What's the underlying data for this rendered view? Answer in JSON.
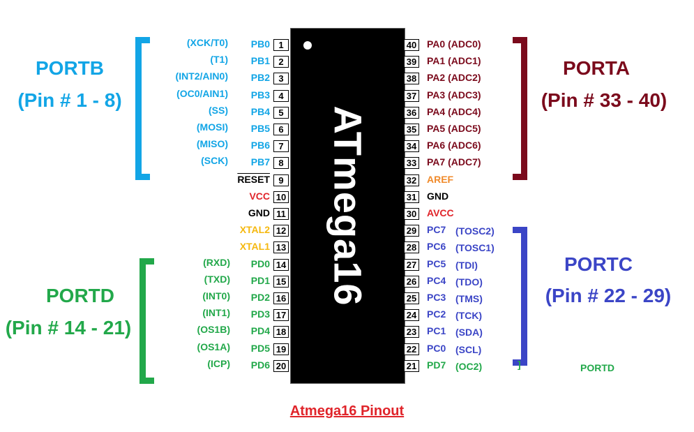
{
  "title": "Atmega16 Pinout",
  "chip_label": "ATmega16",
  "colors": {
    "portb": "#12a5e6",
    "porta": "#7b0a1c",
    "portc": "#3b45c6",
    "portd": "#22a84a",
    "power": "#e0242a",
    "crystal": "#f5b80f",
    "aref": "#f08a2a",
    "black": "#000000",
    "caption": "#e0242a"
  },
  "groups": {
    "portb": {
      "name": "PORTB",
      "range": "(Pin # 1 - 8)"
    },
    "porta": {
      "name": "PORTA",
      "range": "(Pin # 33 - 40)"
    },
    "portc": {
      "name": "PORTC",
      "range": "(Pin # 22 - 29)"
    },
    "portd": {
      "name": "PORTD",
      "range": "(Pin # 14 - 21)"
    }
  },
  "stray": {
    "bracket_char": "]",
    "portd_text": "PORTD"
  },
  "left_pins": [
    {
      "num": "1",
      "name": "PB0",
      "alt": "(XCK/T0)",
      "color": "portb"
    },
    {
      "num": "2",
      "name": "PB1",
      "alt": "(T1)",
      "color": "portb"
    },
    {
      "num": "3",
      "name": "PB2",
      "alt": "(INT2/AIN0)",
      "color": "portb"
    },
    {
      "num": "4",
      "name": "PB3",
      "alt": "(OC0/AIN1)",
      "color": "portb"
    },
    {
      "num": "5",
      "name": "PB4",
      "alt": "(SS)",
      "color": "portb"
    },
    {
      "num": "6",
      "name": "PB5",
      "alt": "(MOSI)",
      "color": "portb"
    },
    {
      "num": "7",
      "name": "PB6",
      "alt": "(MISO)",
      "color": "portb"
    },
    {
      "num": "8",
      "name": "PB7",
      "alt": "(SCK)",
      "color": "portb"
    },
    {
      "num": "9",
      "name": "RESET",
      "alt": "",
      "color": "black",
      "overline": true
    },
    {
      "num": "10",
      "name": "VCC",
      "alt": "",
      "color": "power"
    },
    {
      "num": "11",
      "name": "GND",
      "alt": "",
      "color": "black"
    },
    {
      "num": "12",
      "name": "XTAL2",
      "alt": "",
      "color": "crystal"
    },
    {
      "num": "13",
      "name": "XTAL1",
      "alt": "",
      "color": "crystal"
    },
    {
      "num": "14",
      "name": "PD0",
      "alt": "(RXD)",
      "color": "portd"
    },
    {
      "num": "15",
      "name": "PD1",
      "alt": "(TXD)",
      "color": "portd"
    },
    {
      "num": "16",
      "name": "PD2",
      "alt": "(INT0)",
      "color": "portd"
    },
    {
      "num": "17",
      "name": "PD3",
      "alt": "(INT1)",
      "color": "portd"
    },
    {
      "num": "18",
      "name": "PD4",
      "alt": "(OS1B)",
      "color": "portd"
    },
    {
      "num": "19",
      "name": "PD5",
      "alt": "(OS1A)",
      "color": "portd"
    },
    {
      "num": "20",
      "name": "PD6",
      "alt": "(ICP)",
      "color": "portd"
    }
  ],
  "right_pins": [
    {
      "num": "40",
      "name": "PA0 (ADC0)",
      "alt": "",
      "color": "porta"
    },
    {
      "num": "39",
      "name": "PA1 (ADC1)",
      "alt": "",
      "color": "porta"
    },
    {
      "num": "38",
      "name": "PA2 (ADC2)",
      "alt": "",
      "color": "porta"
    },
    {
      "num": "37",
      "name": "PA3 (ADC3)",
      "alt": "",
      "color": "porta"
    },
    {
      "num": "36",
      "name": "PA4 (ADC4)",
      "alt": "",
      "color": "porta"
    },
    {
      "num": "35",
      "name": "PA5 (ADC5)",
      "alt": "",
      "color": "porta"
    },
    {
      "num": "34",
      "name": "PA6 (ADC6)",
      "alt": "",
      "color": "porta"
    },
    {
      "num": "33",
      "name": "PA7 (ADC7)",
      "alt": "",
      "color": "porta"
    },
    {
      "num": "32",
      "name": "AREF",
      "alt": "",
      "color": "aref"
    },
    {
      "num": "31",
      "name": "GND",
      "alt": "",
      "color": "black"
    },
    {
      "num": "30",
      "name": "AVCC",
      "alt": "",
      "color": "power"
    },
    {
      "num": "29",
      "name": "PC7",
      "alt": "(TOSC2)",
      "color": "portc"
    },
    {
      "num": "28",
      "name": "PC6",
      "alt": "(TOSC1)",
      "color": "portc"
    },
    {
      "num": "27",
      "name": "PC5",
      "alt": "(TDI)",
      "color": "portc"
    },
    {
      "num": "26",
      "name": "PC4",
      "alt": "(TDO)",
      "color": "portc"
    },
    {
      "num": "25",
      "name": "PC3",
      "alt": "(TMS)",
      "color": "portc"
    },
    {
      "num": "24",
      "name": "PC2",
      "alt": "(TCK)",
      "color": "portc"
    },
    {
      "num": "23",
      "name": "PC1",
      "alt": "(SDA)",
      "color": "portc"
    },
    {
      "num": "22",
      "name": "PC0",
      "alt": "(SCL)",
      "color": "portc"
    },
    {
      "num": "21",
      "name": "PD7",
      "alt": "(OC2)",
      "color": "portd"
    }
  ]
}
